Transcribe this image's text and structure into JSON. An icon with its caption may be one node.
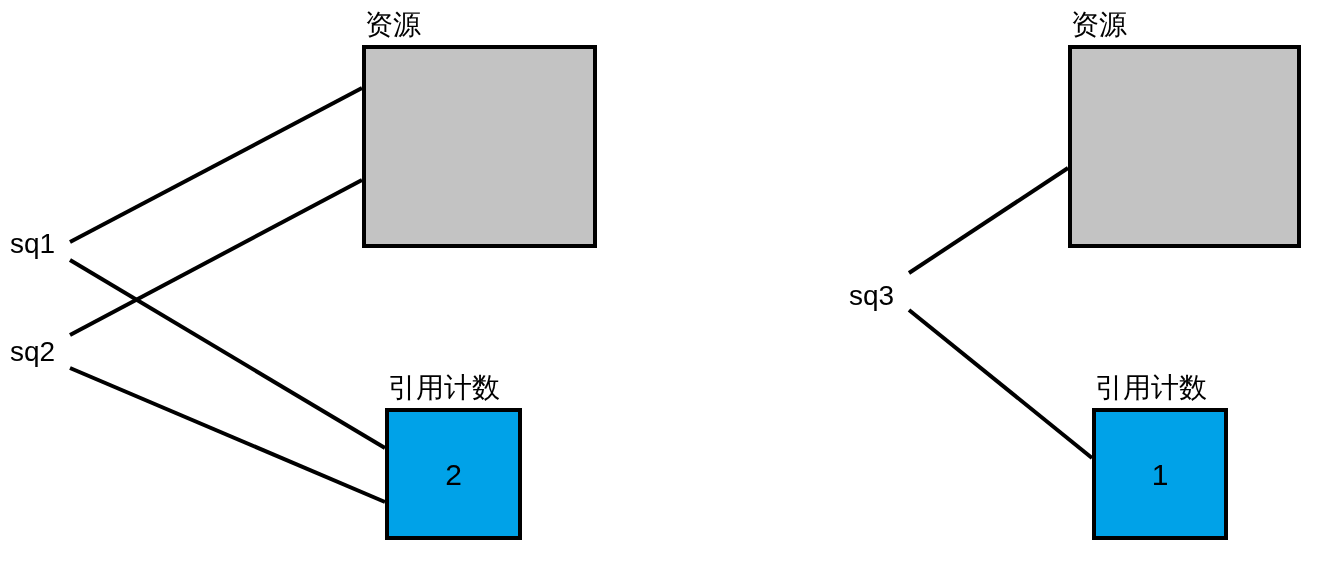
{
  "diagram": {
    "nodes": [
      {
        "text": [
          "资源"
        ]
      },
      {
        "text": [
          "引用计数",
          "2"
        ]
      },
      {
        "text": [
          "sq1"
        ]
      },
      {
        "text": [
          "sq2"
        ]
      },
      {
        "text": [
          "资源"
        ]
      },
      {
        "text": [
          "引用计数",
          "1"
        ]
      },
      {
        "text": [
          "sq3"
        ]
      }
    ],
    "edges": [
      {
        "from": 2,
        "to": 0,
        "arrow": "none"
      },
      {
        "from": 2,
        "to": 1,
        "arrow": "none"
      },
      {
        "from": 3,
        "to": 0,
        "arrow": "none"
      },
      {
        "from": 3,
        "to": 1,
        "arrow": "none"
      },
      {
        "from": 6,
        "to": 4,
        "arrow": "none"
      },
      {
        "from": 6,
        "to": 5,
        "arrow": "none"
      }
    ]
  }
}
